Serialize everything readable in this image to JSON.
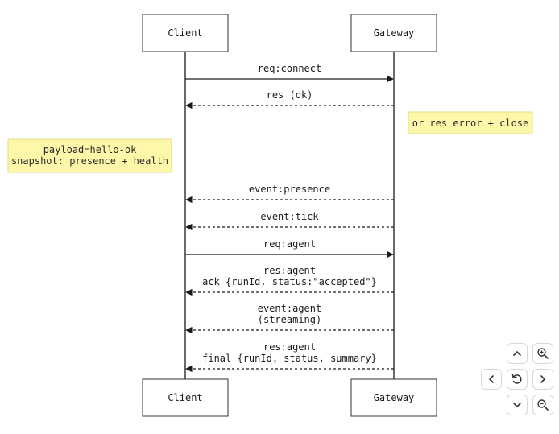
{
  "actors": {
    "client": "Client",
    "gateway": "Gateway"
  },
  "messages": [
    {
      "lines": [
        "req:connect"
      ],
      "style": "solid",
      "direction": "to-gateway"
    },
    {
      "lines": [
        "res (ok)"
      ],
      "style": "dashed",
      "direction": "to-client"
    },
    {
      "lines": [
        "event:presence"
      ],
      "style": "dashed",
      "direction": "to-client"
    },
    {
      "lines": [
        "event:tick"
      ],
      "style": "dashed",
      "direction": "to-client"
    },
    {
      "lines": [
        "req:agent"
      ],
      "style": "solid",
      "direction": "to-gateway"
    },
    {
      "lines": [
        "res:agent",
        "ack {runId, status:\"accepted\"}"
      ],
      "style": "dashed",
      "direction": "to-client"
    },
    {
      "lines": [
        "event:agent",
        "(streaming)"
      ],
      "style": "dashed",
      "direction": "to-client"
    },
    {
      "lines": [
        "res:agent",
        "final {runId, status, summary}"
      ],
      "style": "dashed",
      "direction": "to-client"
    }
  ],
  "notes": {
    "gateway_note": [
      "or res error + close"
    ],
    "client_note": [
      "payload=hello-ok",
      "snapshot: presence + health"
    ]
  },
  "colors": {
    "note_fill": "#fdf7a9",
    "note_border": "#e3dc8a",
    "line": "#1a1a1a",
    "box_border": "#333333",
    "control_icon": "#333333"
  },
  "controls": {
    "up": "chevron-up-icon",
    "down": "chevron-down-icon",
    "left": "chevron-left-icon",
    "right": "chevron-right-icon",
    "reset": "reset-icon",
    "zoom_in": "zoom-in-icon",
    "zoom_out": "zoom-out-icon"
  }
}
